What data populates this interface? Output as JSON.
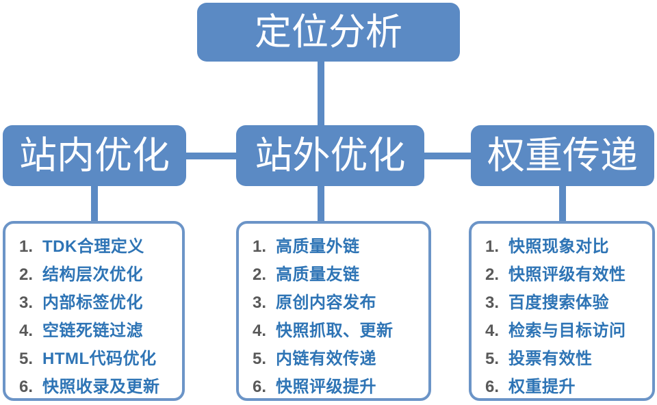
{
  "diagram": {
    "root": {
      "label": "定位分析"
    },
    "numbers": [
      "1.",
      "2.",
      "3.",
      "4.",
      "5.",
      "6."
    ],
    "branches": [
      {
        "label": "站内优化",
        "items": [
          "TDK合理定义",
          "结构层次优化",
          "内部标签优化",
          "空链死链过滤",
          "HTML代码优化",
          "快照收录及更新"
        ]
      },
      {
        "label": "站外优化",
        "items": [
          "高质量外链",
          "高质量友链",
          "原创内容发布",
          "快照抓取、更新",
          "内链有效传递",
          "快照评级提升"
        ]
      },
      {
        "label": "权重传递",
        "items": [
          "快照现象对比",
          "快照评级有效性",
          "百度搜索体验",
          "检索与目标访问",
          "投票有效性",
          "权重提升"
        ]
      }
    ],
    "colors": {
      "node_fill": "#5B8AC4",
      "connector": "#5B8AC4",
      "box_border": "#6B94C7",
      "box_fill": "#FFFFFF",
      "item_text": "#2E74B5",
      "item_number": "#595959",
      "node_text": "#FFFFFF"
    }
  }
}
